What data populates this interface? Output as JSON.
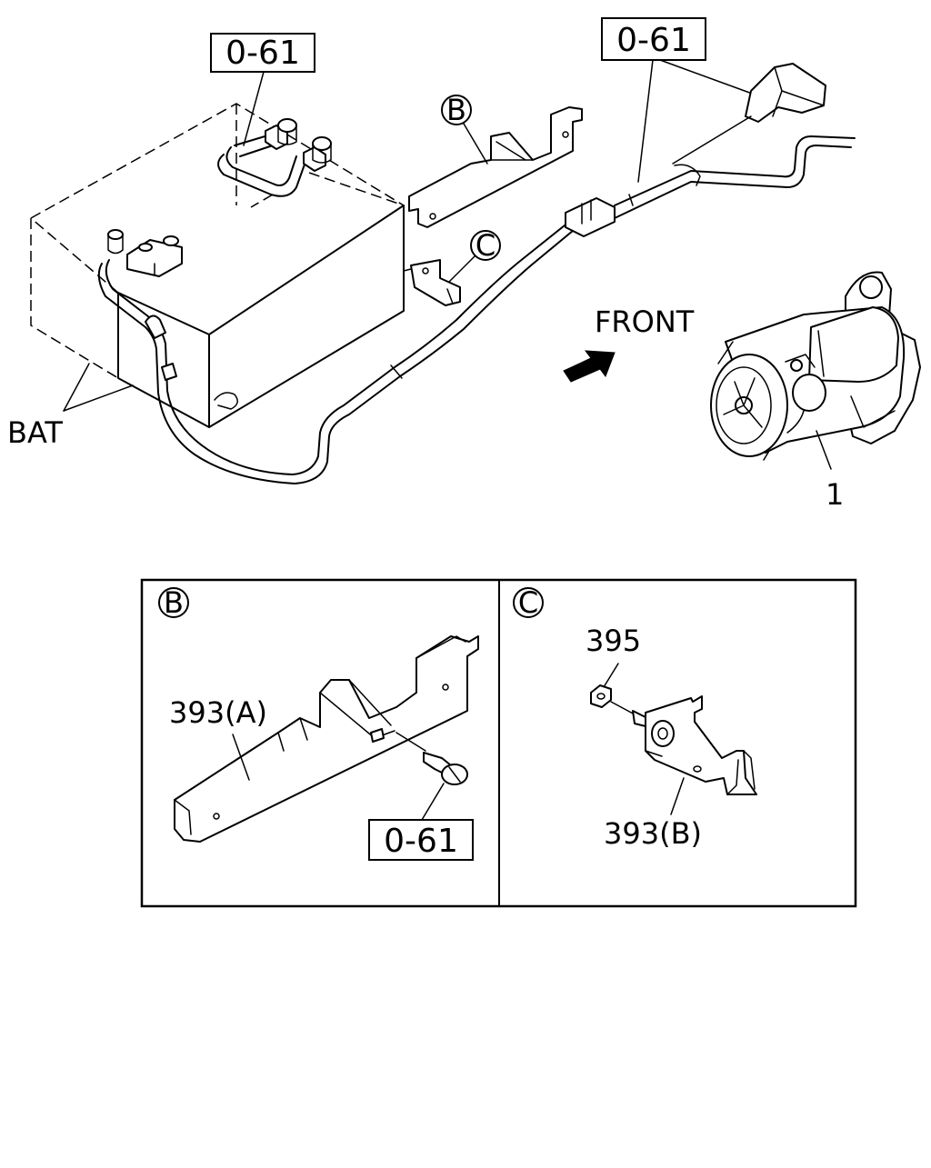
{
  "diagram": {
    "refs": {
      "battery_terminal_ref": "0-61",
      "starter_cable_ref": "0-61",
      "detail_b_bolt_ref": "0-61"
    },
    "labels": {
      "battery": "BAT",
      "front": "FRONT",
      "starter_part": "1",
      "detail_b_part": "393(A)",
      "detail_c_nut": "395",
      "detail_c_part": "393(B)"
    },
    "callouts": {
      "b": "B",
      "c": "C"
    },
    "details": {
      "b_letter": "B",
      "c_letter": "C"
    }
  }
}
